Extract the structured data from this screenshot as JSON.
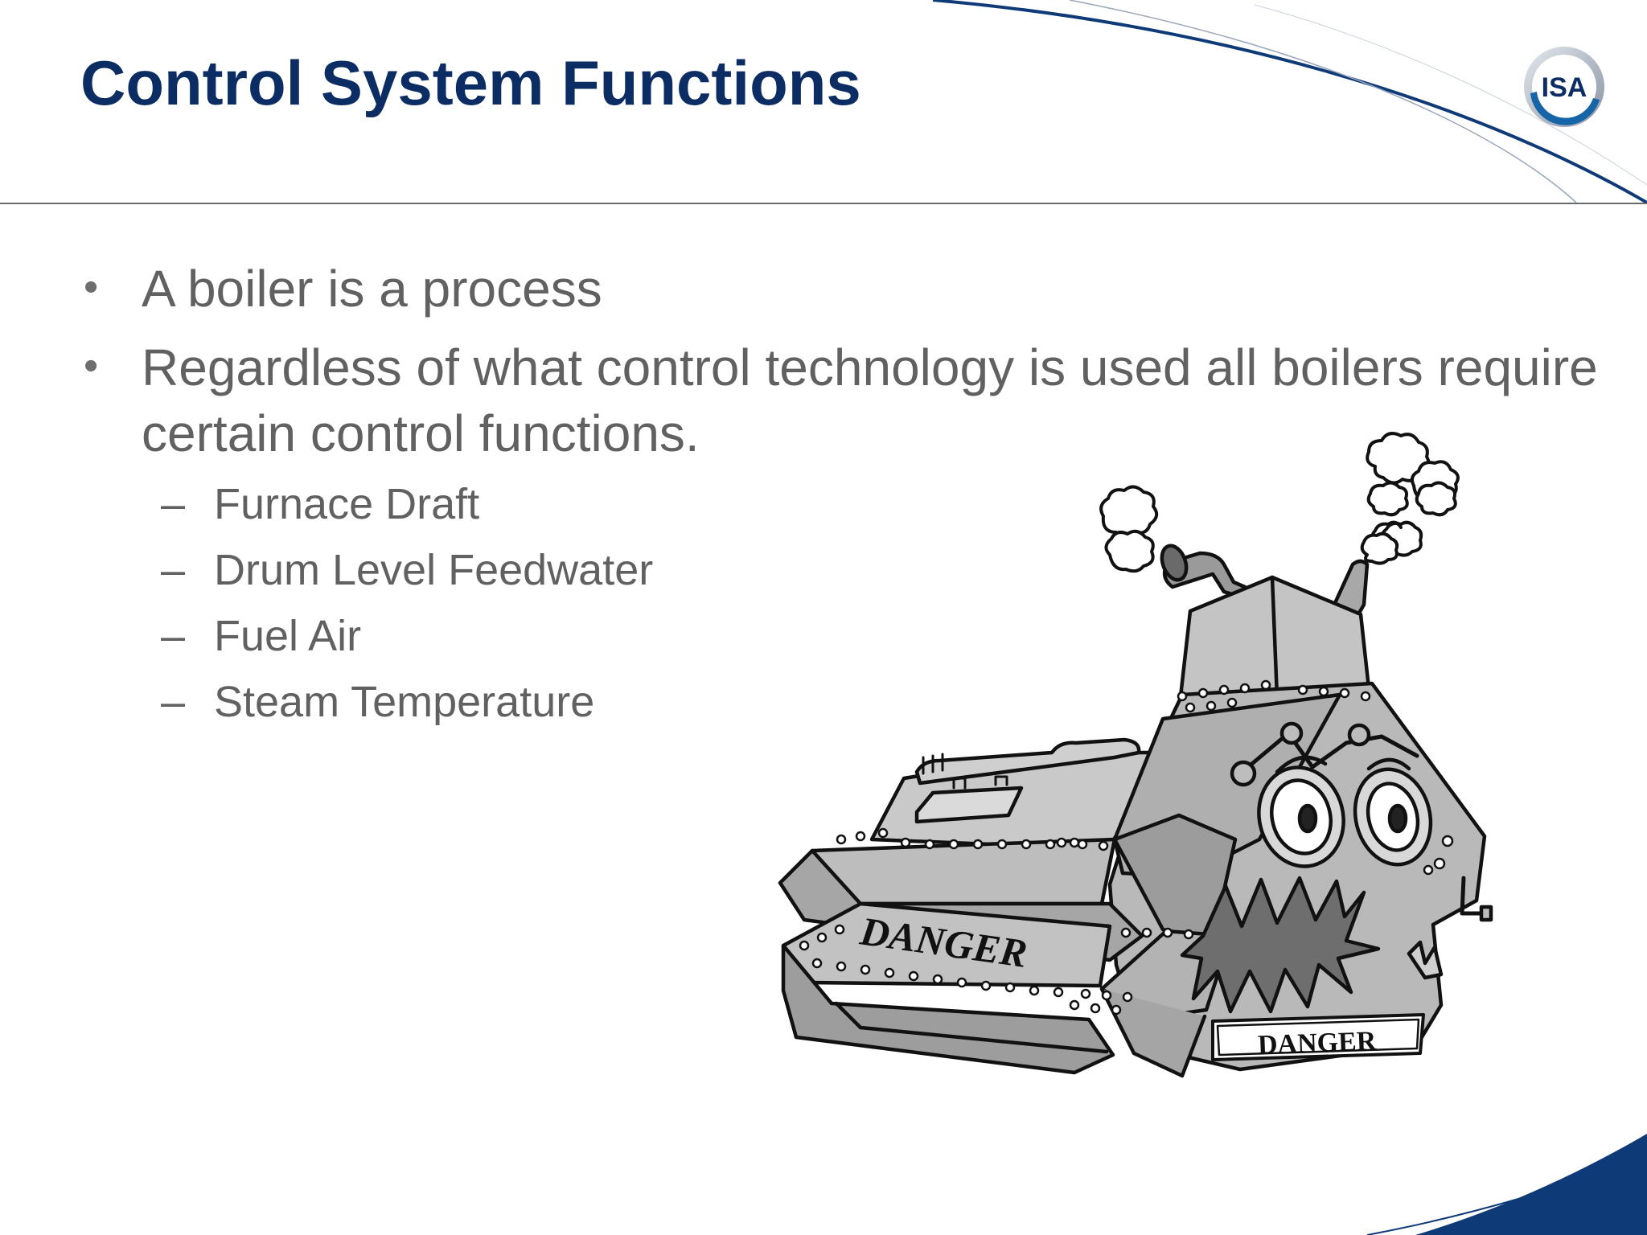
{
  "slide": {
    "title": "Control System Functions",
    "logo_text": "ISA",
    "bullets": [
      {
        "text": "A boiler is a process"
      },
      {
        "text": "Regardless of what control technology is used all boilers require certain control functions."
      }
    ],
    "sub_bullets": [
      {
        "text": "Furnace Draft"
      },
      {
        "text": "Drum Level Feedwater"
      },
      {
        "text": "Fuel Air"
      },
      {
        "text": "Steam Temperature"
      }
    ],
    "illustration": {
      "icon": "boiler-cartoon-illustration",
      "label_side": "DANGER",
      "label_front": "DANGER"
    },
    "colors": {
      "title": "#0c2d63",
      "body_text": "#616161",
      "accent_blue": "#0f3a78",
      "divider": "#6b6b6b"
    }
  }
}
